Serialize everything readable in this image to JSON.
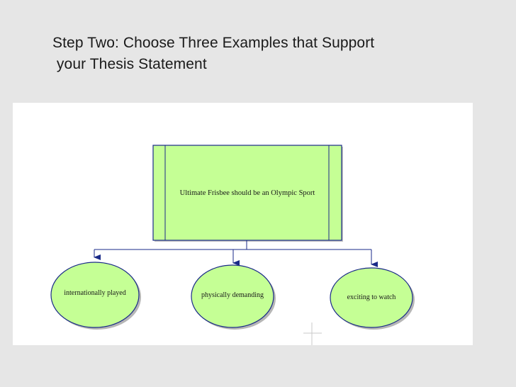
{
  "heading": {
    "line1": "Step Two: Choose Three Examples that Support",
    "line2": " your Thesis Statement"
  },
  "diagram": {
    "thesis": "Ultimate Frisbee should be an Olympic Sport",
    "examples": [
      "internationally played",
      "physically demanding",
      "exciting to watch"
    ],
    "colors": {
      "fill": "#c5ff95",
      "stroke": "#1a2a88",
      "background": "#e6e6e6",
      "panel": "#ffffff"
    }
  }
}
